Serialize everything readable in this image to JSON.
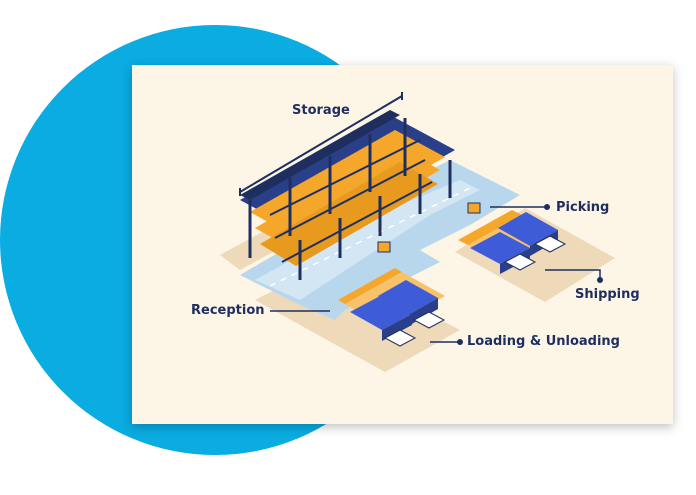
{
  "labels": {
    "storage": "Storage",
    "picking": "Picking",
    "shipping": "Shipping",
    "reception": "Reception",
    "loading": "Loading & Unloading"
  },
  "colors": {
    "circle": "#0aace2",
    "card": "#fdf5e6",
    "navy": "#1e2f5f",
    "floor": "#b9d7ec",
    "shadow": "#eed9b9",
    "box": "#f5a72c",
    "truck": "#3e5bd8"
  }
}
